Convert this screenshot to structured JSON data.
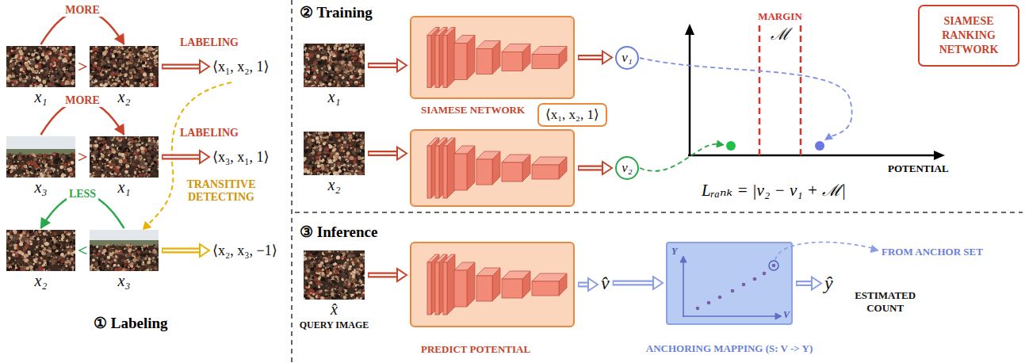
{
  "diagram": {
    "nodes": [
      {
        "text": [
          "x₁"
        ]
      },
      {
        "text": [
          "x₂"
        ]
      },
      {
        "text": [
          "⟨x₁, x₂, 1⟩"
        ]
      },
      {
        "text": [
          "x₃"
        ]
      },
      {
        "text": [
          "x₁"
        ]
      },
      {
        "text": [
          "⟨x₃, x₁, 1⟩"
        ]
      },
      {
        "text": [
          "x₂"
        ]
      },
      {
        "text": [
          "x₃"
        ]
      },
      {
        "text": [
          "⟨x₂, x₃, −1⟩"
        ]
      },
      {
        "text": [
          "x₁"
        ]
      },
      {
        "text": [
          "SIAMESE NETWORK"
        ]
      },
      {
        "text": [
          "v₁"
        ]
      },
      {
        "text": [
          "x₂"
        ]
      },
      {
        "text": []
      },
      {
        "text": [
          "v₂"
        ]
      },
      {
        "text": [
          "⟨x₁, x₂, 1⟩"
        ]
      },
      {
        "text": [
          "SIAMESE RANKING NETWORK"
        ]
      },
      {
        "text": [
          "x̂",
          "QUERY IMAGE"
        ]
      },
      {
        "text": [
          "PREDICT POTENTIAL"
        ]
      },
      {
        "text": [
          "v̂"
        ]
      },
      {
        "text": [
          "Y",
          "V",
          "ANCHORING MAPPING (S: V -> Y)"
        ]
      },
      {
        "text": [
          "ŷ",
          "ESTIMATED COUNT"
        ]
      }
    ],
    "edges": [
      {
        "from": 0,
        "to": 1,
        "label": "MORE",
        "arrow": "to"
      },
      {
        "from": 1,
        "to": 2,
        "label": "LABELING",
        "arrow": "to"
      },
      {
        "from": 3,
        "to": 4,
        "label": "MORE",
        "arrow": "to"
      },
      {
        "from": 4,
        "to": 5,
        "label": "LABELING",
        "arrow": "to"
      },
      {
        "from": 7,
        "to": 6,
        "label": "LESS",
        "arrow": "to"
      },
      {
        "from": 7,
        "to": 8,
        "label": "TRANSITIVE DETECTING",
        "arrow": "to"
      },
      {
        "from": 9,
        "to": 10,
        "arrow": "to"
      },
      {
        "from": 10,
        "to": 11,
        "arrow": "to"
      },
      {
        "from": 12,
        "to": 13,
        "arrow": "to"
      },
      {
        "from": 13,
        "to": 14,
        "arrow": "to"
      },
      {
        "from": 17,
        "to": 18,
        "arrow": "to"
      },
      {
        "from": 18,
        "to": 19,
        "arrow": "to"
      },
      {
        "from": 19,
        "to": 20,
        "arrow": "to"
      },
      {
        "from": 20,
        "to": 21,
        "arrow": "to"
      }
    ],
    "labels": [
      ">",
      ">",
      "<",
      "① Labeling",
      "② Training",
      "MARGIN",
      "ℳ",
      "POTENTIAL",
      "Lᵣₐₙₖ = |v₂ − v₁ + ℳ|",
      "③ Inference",
      "FROM ANCHOR SET"
    ]
  }
}
